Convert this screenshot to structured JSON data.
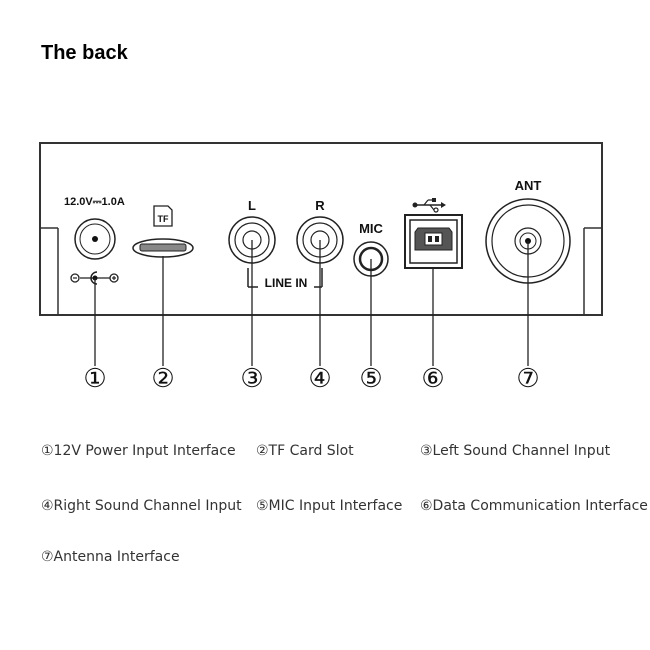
{
  "page": {
    "title": "The back"
  },
  "panel": {
    "power_rating": "12.0V⎓1.0A",
    "tf_icon": "TF",
    "left_label": "L",
    "right_label": "R",
    "line_in_label": "LINE IN",
    "mic_label": "MIC",
    "ant_label": "ANT",
    "usb_icon": "usb-icon"
  },
  "callouts": [
    "①",
    "②",
    "③",
    "④",
    "⑤",
    "⑥",
    "⑦"
  ],
  "legend": [
    "①12V Power Input Interface",
    "②TF Card Slot",
    "③Left Sound Channel Input",
    "④Right Sound Channel Input",
    "⑤MIC Input Interface",
    "⑥Data Communication Interface",
    "⑦Antenna Interface"
  ]
}
